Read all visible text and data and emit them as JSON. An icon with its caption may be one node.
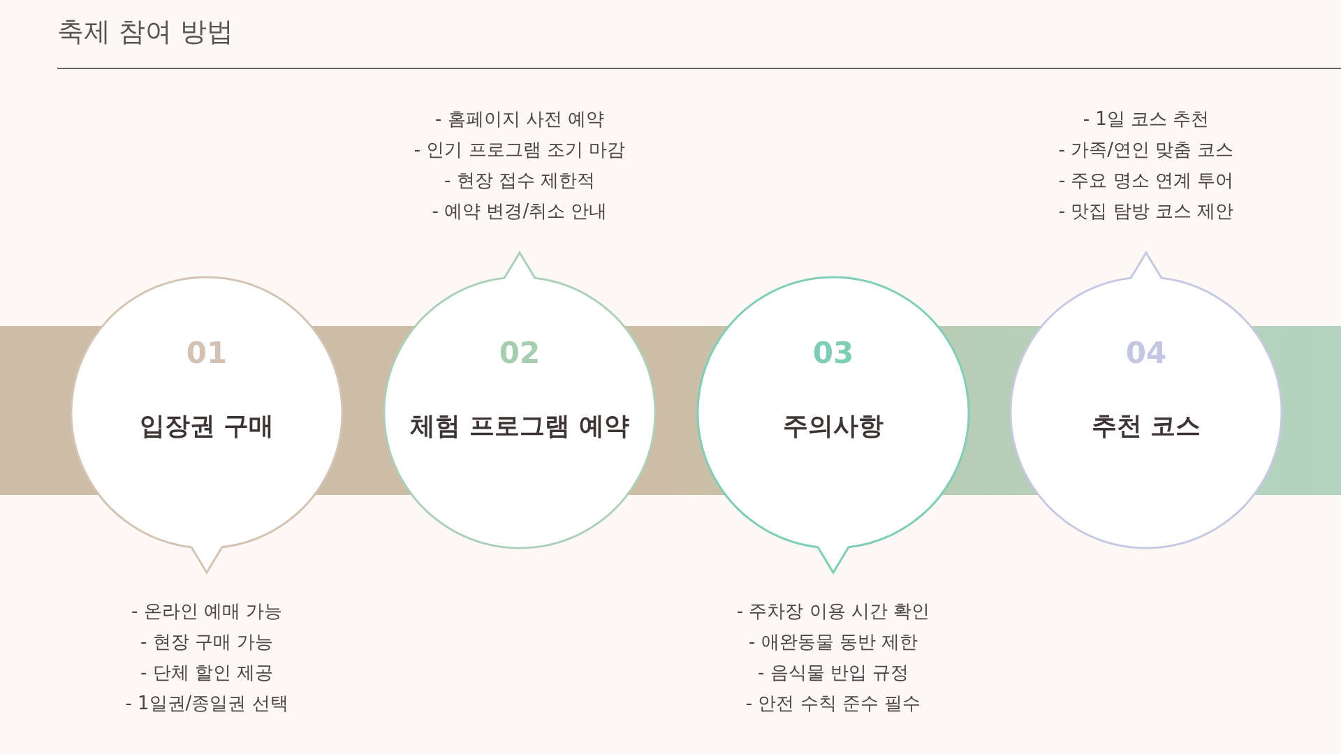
{
  "diagram": {
    "title": "축제 참여 방법",
    "nodes": [
      {
        "text": [
          "01",
          "입장권 구매"
        ],
        "beside": [
          "- 온라인 예매 가능",
          "- 현장 구매 가능",
          "- 단체 할인 제공",
          "- 1일권/종일권 선택"
        ]
      },
      {
        "text": [
          "02",
          "체험 프로그램 예약"
        ],
        "beside": [
          "- 홈페이지 사전 예약",
          "- 인기 프로그램 조기 마감",
          "- 현장 접수 제한적",
          "- 예약 변경/취소 안내"
        ]
      },
      {
        "text": [
          "03",
          "주의사항"
        ],
        "beside": [
          "- 주차장 이용 시간 확인",
          "- 애완동물 동반 제한",
          "- 음식물 반입 규정",
          "- 안전 수칙 준수 필수"
        ]
      },
      {
        "text": [
          "04",
          "추천 코스"
        ],
        "beside": [
          "- 1일 코스 추천",
          "- 가족/연인 맞춤 코스",
          "- 주요 명소 연계 투어",
          "- 맛집 탐방 코스 제안"
        ]
      }
    ],
    "edges": []
  }
}
